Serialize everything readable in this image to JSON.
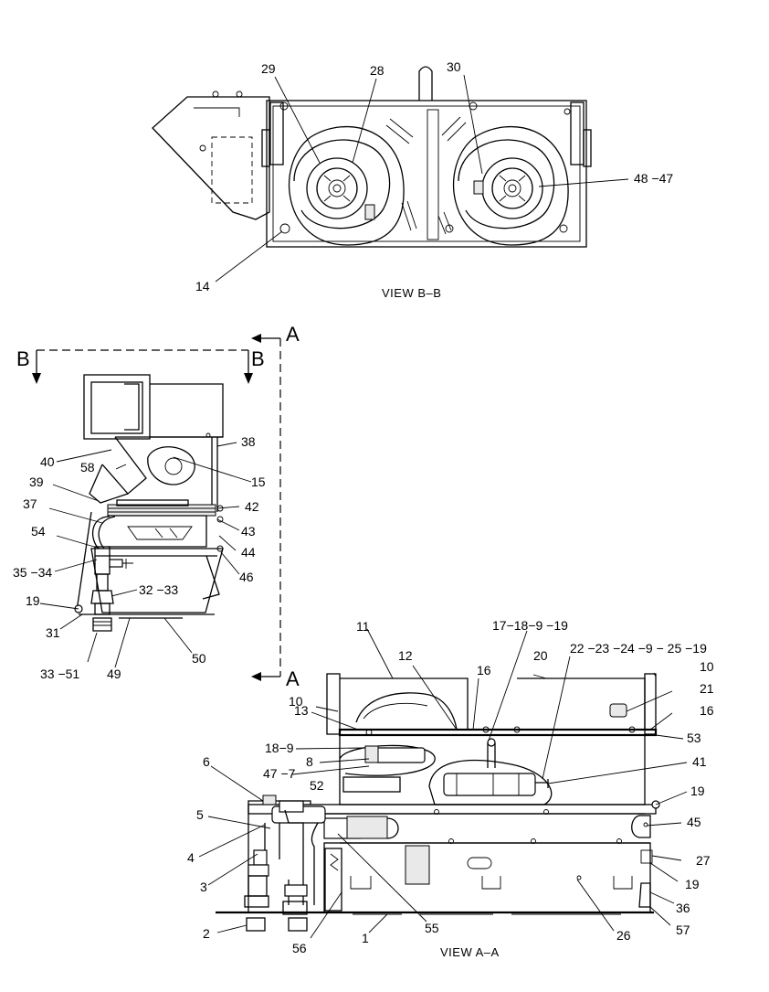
{
  "views": {
    "top_title": "VIEW B–B",
    "bottom_title": "VIEW A–A"
  },
  "section_marks": {
    "a_top": "A",
    "a_bottom": "A",
    "b_left": "B",
    "b_right": "B"
  },
  "callouts": {
    "c29": "29",
    "c28": "28",
    "c30": "30",
    "c48_47": "48 −47",
    "c14": "14",
    "c40": "40",
    "c58": "58",
    "c38": "38",
    "c15": "15",
    "c39": "39",
    "c37": "37",
    "c42": "42",
    "c43": "43",
    "c44": "44",
    "c54": "54",
    "c46": "46",
    "c35_34": "35 −34",
    "c32_33": "32 −33",
    "c19a": "19",
    "c31": "31",
    "c33_51": "33 −51",
    "c49": "49",
    "c50": "50",
    "c11": "11",
    "c12": "12",
    "c17_18_9_19": "17−18−9 −19",
    "c20": "20",
    "c22_23_24_9_25_19": "22 −23 −24 −9 − 25 −19",
    "c16a": "16",
    "c10a": "10",
    "c10b": "10",
    "c13": "13",
    "c21": "21",
    "c16b": "16",
    "c18_9": "18−9",
    "c53": "53",
    "c8": "8",
    "c41": "41",
    "c47_7": "47 −7",
    "c6": "6",
    "c52": "52",
    "c19b": "19",
    "c5": "5",
    "c45": "45",
    "c4": "4",
    "c27": "27",
    "c3": "3",
    "c19c": "19",
    "c36": "36",
    "c2": "2",
    "c1": "1",
    "c55": "55",
    "c26": "26",
    "c56": "56",
    "c57": "57"
  }
}
